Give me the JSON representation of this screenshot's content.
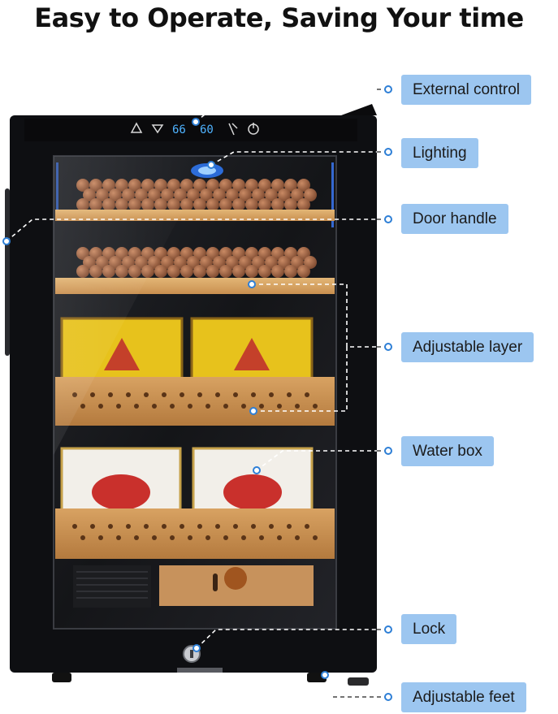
{
  "headline": "Easy to Operate, Saving Your time",
  "control_panel": {
    "display_left": "66",
    "display_right": "60"
  },
  "callouts": {
    "external_control": "External control",
    "lighting": "Lighting",
    "door_handle": "Door handle",
    "adjustable_layer": "Adjustable layer",
    "water_box": "Water box",
    "lock": "Lock",
    "adjustable_feet": "Adjustable feet"
  },
  "colors": {
    "label_bg": "#9cc6f0",
    "marker_blue": "#2e7fd6",
    "cabinet": "#0e0f12",
    "wood": "#d9a766"
  },
  "icons": [
    "alert-triangle-icon",
    "down-arrow-icon",
    "light-toggle-icon",
    "power-icon",
    "lock-icon",
    "light-bulb-icon"
  ]
}
